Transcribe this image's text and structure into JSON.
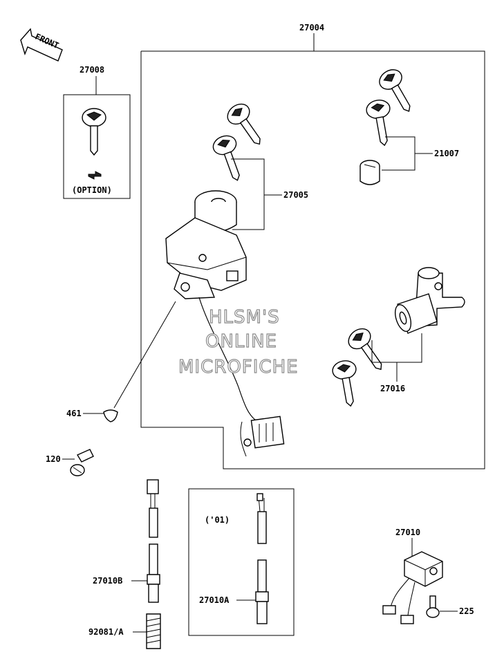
{
  "labels": {
    "front": "FRONT",
    "p27004": "27004",
    "p27008": "27008",
    "option": "(OPTION)",
    "p21007": "21007",
    "p27005": "27005",
    "p27016": "27016",
    "p461": "461",
    "p120": "120",
    "p27010": "27010",
    "p01": "('01)",
    "p27010b": "27010B",
    "p27010a": "27010A",
    "p225": "225",
    "p92081a": "92081/A"
  },
  "watermark": {
    "line1": "HLSM'S",
    "line2": "ONLINE",
    "line3": "MICROFICHE"
  }
}
